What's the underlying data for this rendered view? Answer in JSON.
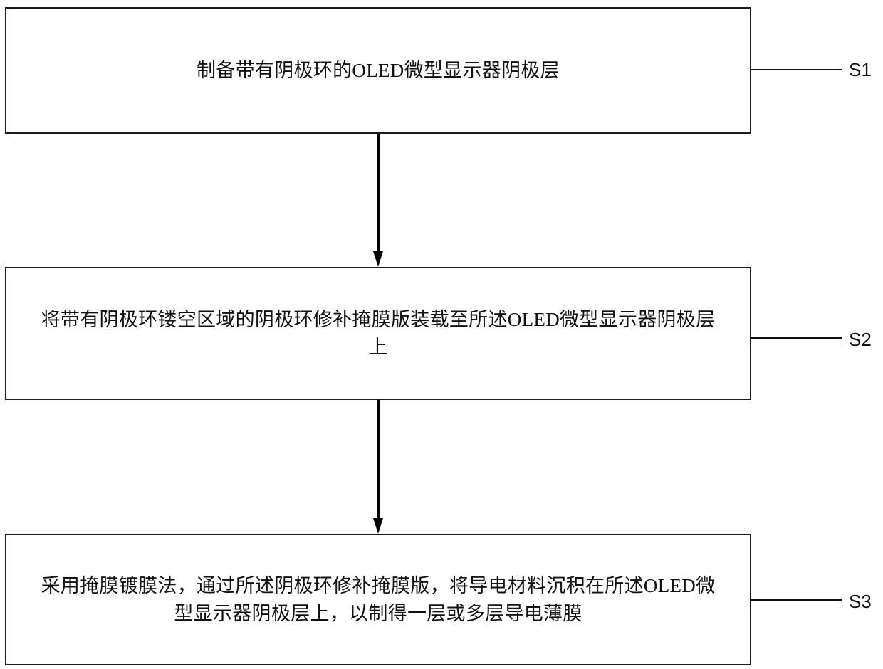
{
  "diagram": {
    "type": "flowchart",
    "orientation": "vertical",
    "background_color": "#ffffff",
    "line_color": "#111111",
    "steps": [
      {
        "ref": "S1",
        "text": "制备带有阴极环的OLED微型显示器阴极层"
      },
      {
        "ref": "S2",
        "text": "将带有阴极环镂空区域的阴极环修补掩膜版装载至所述OLED微型显示器阴极层上"
      },
      {
        "ref": "S3",
        "text": "采用掩膜镀膜法，通过所述阴极环修补掩膜版，将导电材料沉积在所述OLED微型显示器阴极层上，以制得一层或多层导电薄膜"
      }
    ],
    "connectors": [
      {
        "from": "S1",
        "to": "S2",
        "arrowhead": "filled-triangle-down"
      },
      {
        "from": "S2",
        "to": "S3",
        "arrowhead": "filled-triangle-down"
      }
    ]
  }
}
